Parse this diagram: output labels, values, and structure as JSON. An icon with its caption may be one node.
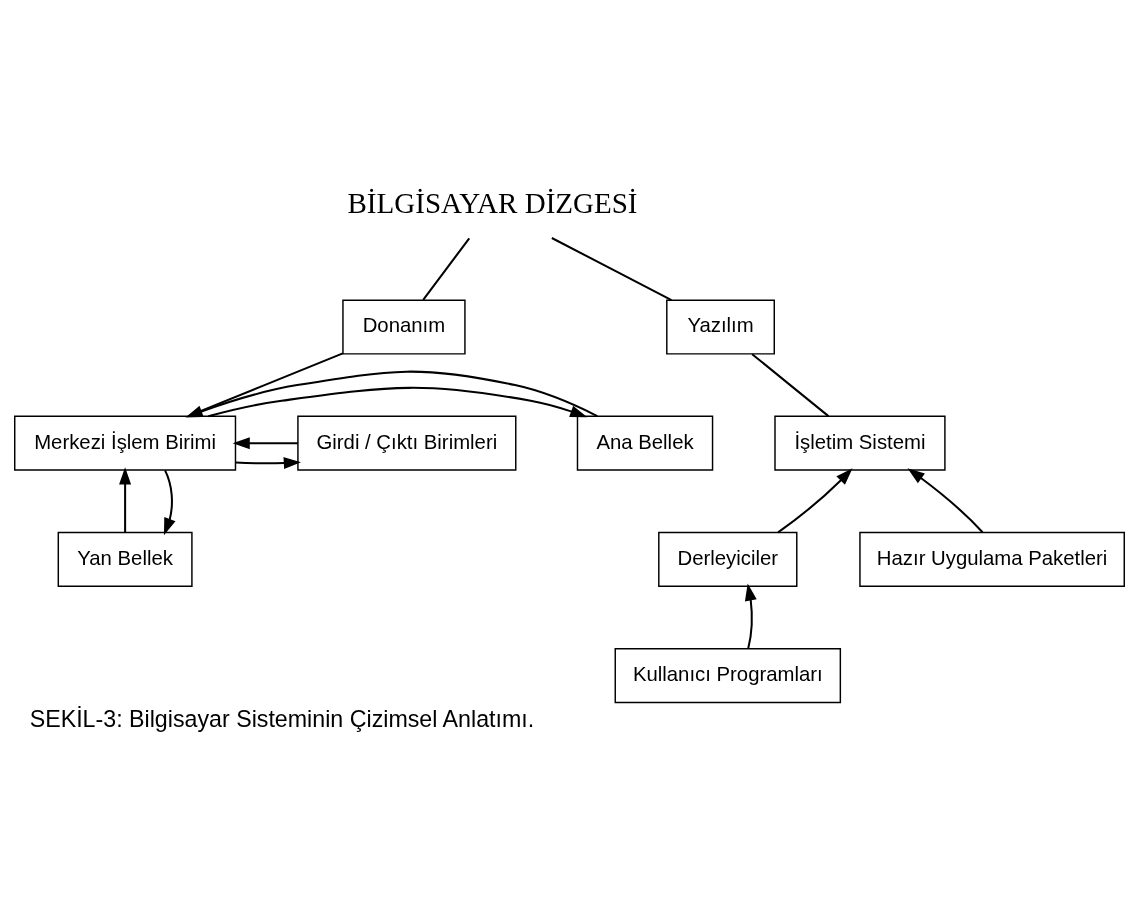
{
  "diagram": {
    "caption": "SEKİL-3: Bilgisayar Sisteminin Çizimsel Anlatımı.",
    "nodes": [
      {
        "text": [
          "BİLGİSAYAR DİZGESİ"
        ]
      },
      {
        "text": [
          "Donanım"
        ]
      },
      {
        "text": [
          "Yazılım"
        ]
      },
      {
        "text": [
          "Ana Bellek"
        ]
      },
      {
        "text": [
          "Merkezi İşlem Birimi"
        ]
      },
      {
        "text": [
          "Girdi / Çıktı Birimleri"
        ]
      },
      {
        "text": [
          "Yan Bellek"
        ]
      },
      {
        "text": [
          "İşletim Sistemi"
        ]
      },
      {
        "text": [
          "Derleyiciler"
        ]
      },
      {
        "text": [
          "Hazır Uygulama Paketleri"
        ]
      },
      {
        "text": [
          "Kullanıcı Programları"
        ]
      }
    ],
    "edges": [
      {
        "from": 0,
        "to": 1,
        "arrow": "none"
      },
      {
        "from": 0,
        "to": 2,
        "arrow": "none"
      },
      {
        "from": 1,
        "to": 4,
        "arrow": "none"
      },
      {
        "from": 4,
        "to": 3,
        "arrow": "to"
      },
      {
        "from": 3,
        "to": 4,
        "arrow": "to"
      },
      {
        "from": 4,
        "to": 5,
        "arrow": "to"
      },
      {
        "from": 5,
        "to": 4,
        "arrow": "to"
      },
      {
        "from": 6,
        "to": 4,
        "arrow": "to"
      },
      {
        "from": 4,
        "to": 6,
        "arrow": "to"
      },
      {
        "from": 2,
        "to": 7,
        "arrow": "none"
      },
      {
        "from": 8,
        "to": 7,
        "arrow": "to"
      },
      {
        "from": 9,
        "to": 7,
        "arrow": "to"
      },
      {
        "from": 10,
        "to": 8,
        "arrow": "to"
      }
    ]
  }
}
